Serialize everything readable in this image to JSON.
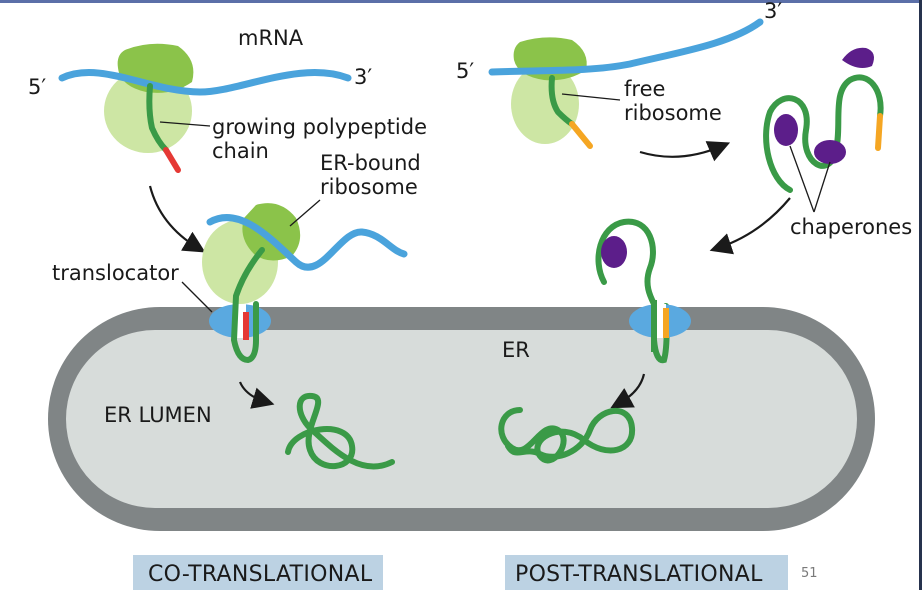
{
  "labels": {
    "mrna": "mRNA",
    "five_prime_left": "5′",
    "three_prime_left": "3′",
    "growing_line1": "growing polypeptide",
    "growing_line2": "chain",
    "er_bound_line1": "ER-bound",
    "er_bound_line2": "ribosome",
    "translocator": "translocator",
    "five_prime_right": "5′",
    "three_prime_right": "3′",
    "free_line1": "free",
    "free_line2": "ribosome",
    "chaperones": "chaperones",
    "er": "ER",
    "er_lumen": "ER LUMEN"
  },
  "captions": {
    "left": "CO-TRANSLATIONAL",
    "right": "POST-TRANSLATIONAL"
  },
  "page_number": "51",
  "colors": {
    "mrna": "#4aa3dc",
    "ribosome_large": "#8bc34a",
    "ribosome_small": "#cde6a4",
    "polypeptide": "#3a9a47",
    "signal_sequence": "#e53935",
    "signal_sequence_post": "#f5a623",
    "chaperone": "#5c1e8a",
    "translocator": "#5aa9e0",
    "er_membrane": "#808586",
    "er_lumen": "#d7dcda",
    "caption_bg": "#bcd2e3"
  }
}
